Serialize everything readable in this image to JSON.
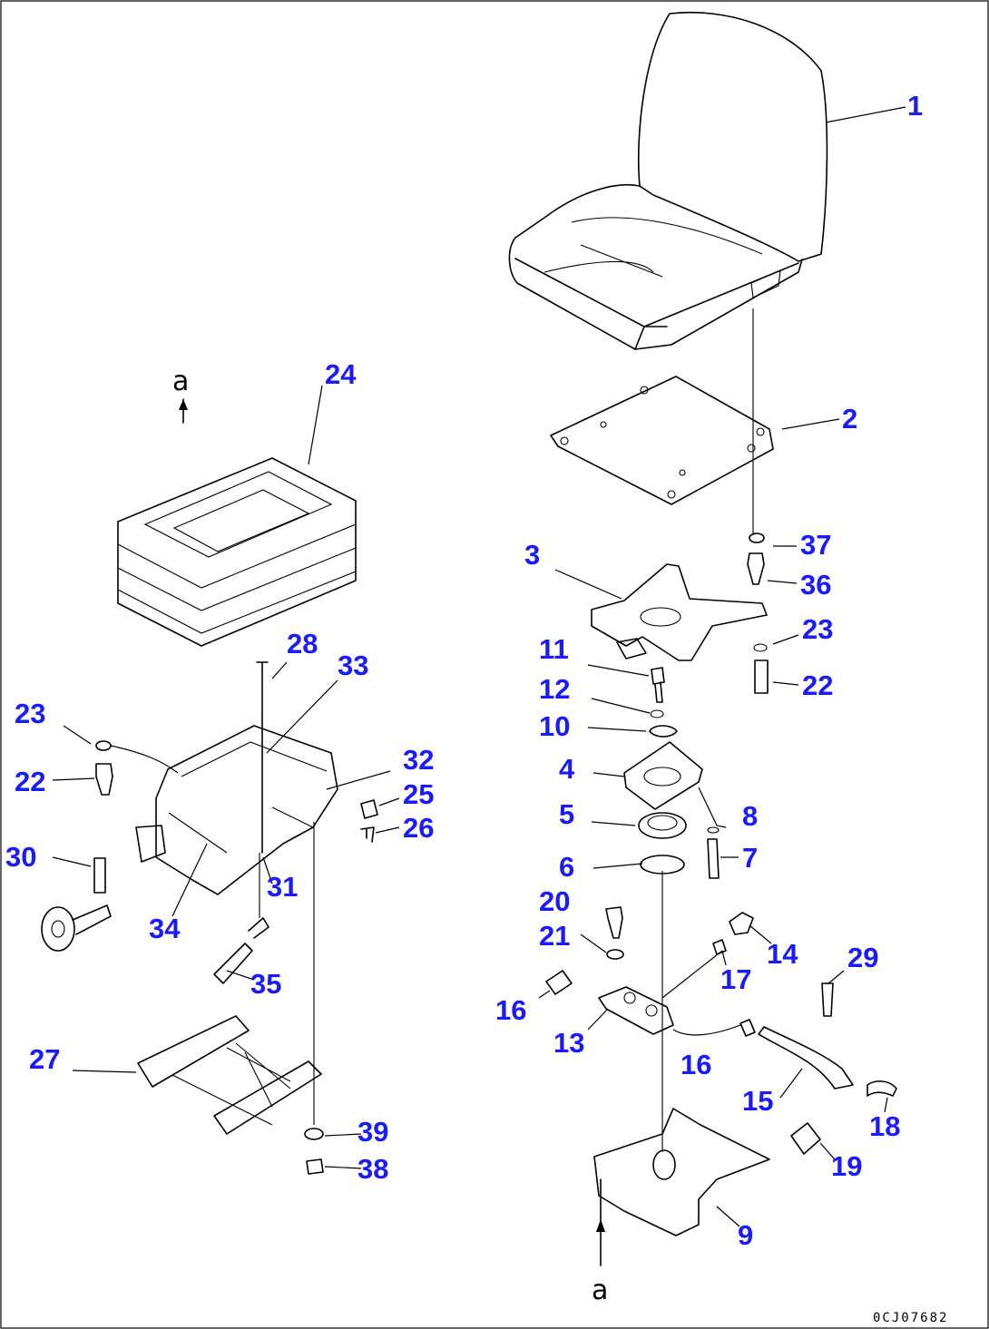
{
  "ref_mark": "a",
  "drawing_code": "0CJ07682",
  "callouts": [
    {
      "id": "1",
      "label": "1"
    },
    {
      "id": "2",
      "label": "2"
    },
    {
      "id": "3",
      "label": "3"
    },
    {
      "id": "4",
      "label": "4"
    },
    {
      "id": "5",
      "label": "5"
    },
    {
      "id": "6",
      "label": "6"
    },
    {
      "id": "7",
      "label": "7"
    },
    {
      "id": "8",
      "label": "8"
    },
    {
      "id": "9",
      "label": "9"
    },
    {
      "id": "10",
      "label": "10"
    },
    {
      "id": "11",
      "label": "11"
    },
    {
      "id": "12",
      "label": "12"
    },
    {
      "id": "13",
      "label": "13"
    },
    {
      "id": "14",
      "label": "14"
    },
    {
      "id": "15",
      "label": "15"
    },
    {
      "id": "16a",
      "label": "16"
    },
    {
      "id": "16b",
      "label": "16"
    },
    {
      "id": "17",
      "label": "17"
    },
    {
      "id": "18",
      "label": "18"
    },
    {
      "id": "19",
      "label": "19"
    },
    {
      "id": "20",
      "label": "20"
    },
    {
      "id": "21",
      "label": "21"
    },
    {
      "id": "22a",
      "label": "22"
    },
    {
      "id": "22b",
      "label": "22"
    },
    {
      "id": "23a",
      "label": "23"
    },
    {
      "id": "23b",
      "label": "23"
    },
    {
      "id": "24",
      "label": "24"
    },
    {
      "id": "25",
      "label": "25"
    },
    {
      "id": "26",
      "label": "26"
    },
    {
      "id": "27",
      "label": "27"
    },
    {
      "id": "28",
      "label": "28"
    },
    {
      "id": "29",
      "label": "29"
    },
    {
      "id": "30",
      "label": "30"
    },
    {
      "id": "31",
      "label": "31"
    },
    {
      "id": "32",
      "label": "32"
    },
    {
      "id": "33",
      "label": "33"
    },
    {
      "id": "34",
      "label": "34"
    },
    {
      "id": "35",
      "label": "35"
    },
    {
      "id": "36",
      "label": "36"
    },
    {
      "id": "37",
      "label": "37"
    },
    {
      "id": "38",
      "label": "38"
    },
    {
      "id": "39",
      "label": "39"
    }
  ]
}
